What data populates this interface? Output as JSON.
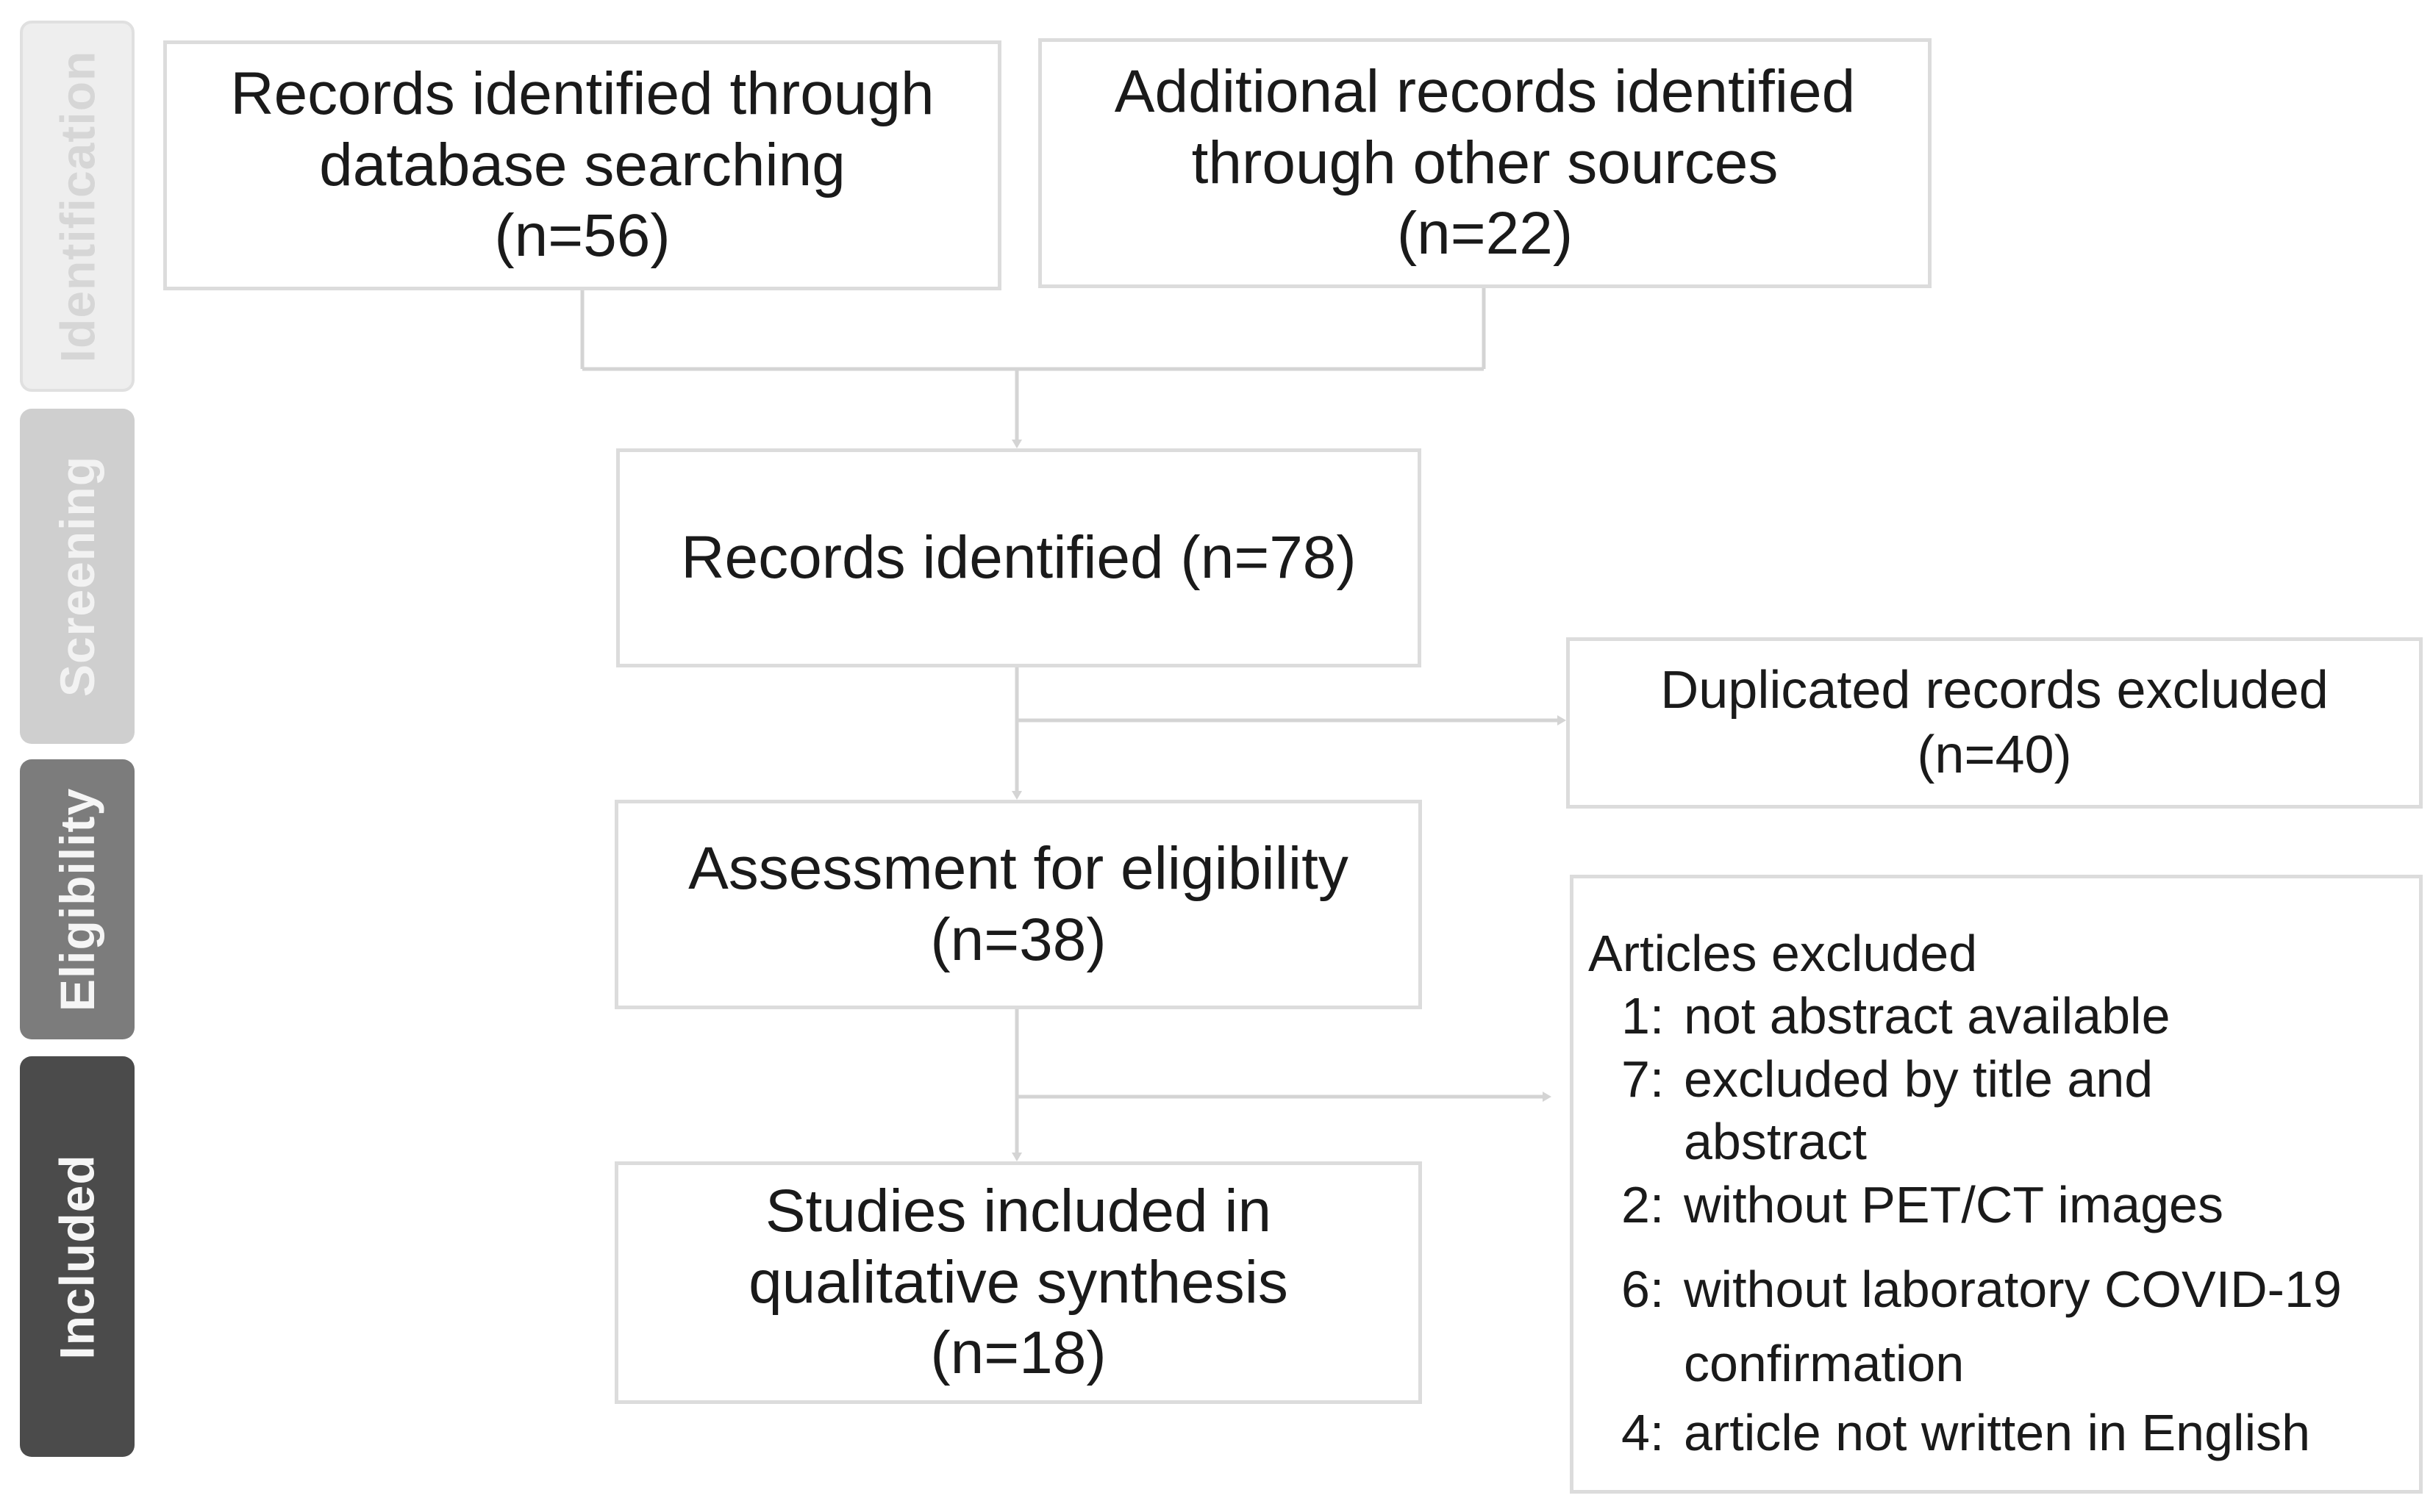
{
  "stages": {
    "identification": "Identification",
    "screening": "Screening",
    "eligibility": "Eligibility",
    "included": "Included"
  },
  "boxes": {
    "database": {
      "lines": [
        "Records identified through",
        "database searching",
        "(n=56)"
      ]
    },
    "other_sources": {
      "lines": [
        "Additional records identified",
        "through other sources",
        "(n=22)"
      ]
    },
    "records_identified": {
      "text": "Records identified (n=78)"
    },
    "duplicates": {
      "lines": [
        "Duplicated records excluded",
        "(n=40)"
      ]
    },
    "eligibility": {
      "lines": [
        "Assessment for eligibility",
        "(n=38)"
      ]
    },
    "included": {
      "lines": [
        "Studies included in",
        "qualitative synthesis",
        "(n=18)"
      ]
    },
    "articles_excluded": {
      "title": "Articles excluded",
      "items": [
        {
          "num": "1:",
          "lines": [
            "not abstract available"
          ]
        },
        {
          "num": "7:",
          "lines": [
            "excluded by title and",
            "abstract"
          ]
        },
        {
          "num": "2:",
          "lines": [
            "without PET/CT images"
          ]
        },
        {
          "num": "6:",
          "lines": [
            "without laboratory COVID-19",
            "confirmation"
          ]
        },
        {
          "num": "4:",
          "lines": [
            "article not written in English"
          ]
        }
      ]
    }
  },
  "colors": {
    "box_border": "#dcdcdc",
    "connector": "#d4d4d4",
    "text": "#1a1a1a"
  }
}
